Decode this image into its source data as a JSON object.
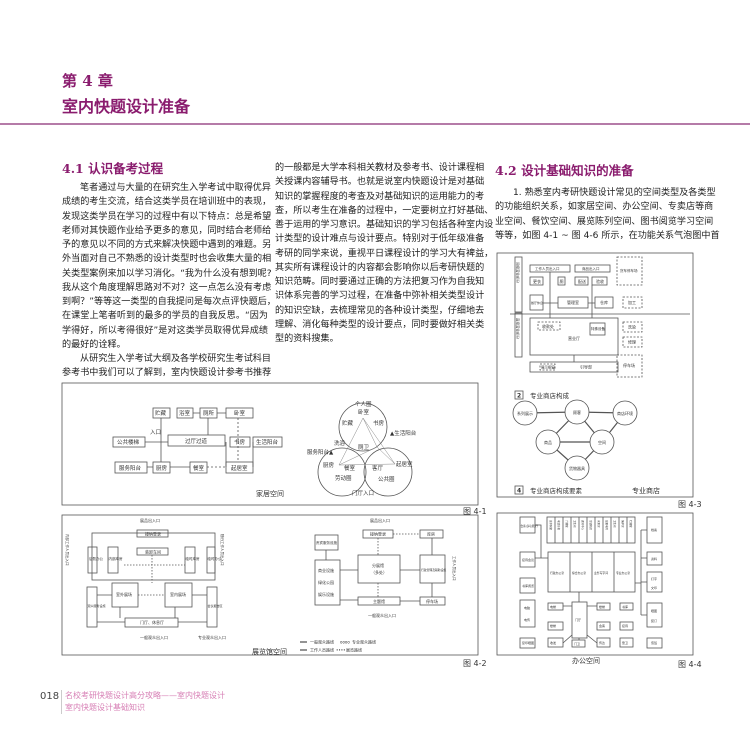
{
  "chapter": {
    "number": "第 4 章",
    "title": "室内快题设计准备"
  },
  "section1": {
    "heading": "4.1 认识备考过程",
    "paragraphs": [
      [
        "笔者通过与大量的在研究生入学考试中取得优异",
        "成绩的考生交流，结合这类学员在培训班中的表现，",
        "发现这类学员在学习的过程中有以下特点：总是希望",
        "老师对其快题作业给予更多的意见，同时结合老师给",
        "予的意见以不同的方式来解决快题中遇到的难题。另",
        "外当面对自己不熟悉的设计类型时也会收集大量的相",
        "关类型案例来加以学习消化。“我为什么没有想到呢?",
        "我从这个角度理解思路对不对？这一点怎么没有考虑",
        "到啊？”等等这一类型的自我提问是每次点评快题后，",
        "在课堂上笔者听到的最多的学员的自我反思。“因为",
        "学得好，所以考得很好”是对这类学员取得优异成绩",
        "的最好的诠释。"
      ],
      [
        "从研究生入学考试大纲及各学校研究生考试科目",
        "参考书中我们可以了解到，室内快题设计参考书推荐"
      ]
    ],
    "continued": [
      [
        "的一般都是大学本科相关教材及参考书、设计课程相",
        "关授课内容辅导书。也就是说室内快题设计是对基础",
        "知识的掌握程度的考查及对基础知识的运用能力的考",
        "查，所以考生在准备的过程中，一定要树立打好基础、",
        "善于运用的学习意识。基础知识的学习包括各种室内设",
        "计类型的设计难点与设计要点。特别对于低年级准备",
        "考研的同学来说，重视平日课程设计的学习大有裨益，",
        "其实所有课程设计的内容都会影响你以后考研快题的",
        "知识范畴。同时要通过正确的方法把复习作为自我知",
        "识体系完善的学习过程，在准备中弥补相关类型设计",
        "的知识空缺，去梳理常见的各种设计类型，仔细地去",
        "理解、消化每种类型的设计要点，同时要做好相关类",
        "型的资料搜集。"
      ]
    ]
  },
  "section2": {
    "heading": "4.2 设计基础知识的准备",
    "paragraphs": [
      [
        "1. 熟悉室内考研快题设计常见的空间类型及各类型",
        "的功能组织关系，如家居空间、办公空间、专卖店等商",
        "业空间、餐饮空间、展览陈列空间、图书阅览学习空间",
        "等等，如图 4-1 ~ 图 4-6 所示，在功能关系气泡图中首"
      ]
    ]
  },
  "fig1": {
    "caption": "图 4-1",
    "title": "家居空间",
    "flow": {
      "storage": "贮藏",
      "bath": "浴室",
      "toilet": "厕所",
      "bedroom": "卧室",
      "stair": "公共楼梯",
      "entry": "入口",
      "hall": "过厅过道",
      "study": "书房",
      "balcony": "生活阳台",
      "service": "服务阳台",
      "kitchen": "厨房",
      "dining": "餐室",
      "living": "起居室"
    },
    "bubble": {
      "private": "个人圈",
      "bedroom": "卧室",
      "storage": "贮藏",
      "study": "书房",
      "balcony": "▲生活阳台",
      "wash": "洗浴",
      "wc": "厕卫",
      "service": "服务阳台▲",
      "kitchen": "厨房",
      "dining": "餐室",
      "parlor": "客厅",
      "living": "起居室",
      "work": "劳动圈",
      "public": "公共圈",
      "foyer": "门厅入口"
    }
  },
  "fig2": {
    "caption": "图 4-2",
    "title": "展览馆空间",
    "left": {
      "exhibit_io": "展品出入口",
      "register": "接纳登录",
      "loading": "装卸车间",
      "logistics": "后勤办公",
      "inner_store": "内部库房",
      "temp_store": "临时库房",
      "temp_office": "临时办公",
      "visitor_service": "观众服务设施",
      "outdoor": "室外展场",
      "indoor": "室内展场",
      "meeting": "会议报告区",
      "lobby": "门厅、休息厅",
      "public_io": "一般观众出入口",
      "pro_io": "专业观众出入口",
      "staff_io": "内部工作人员出入口",
      "escort_io": "随行工作人员出入口"
    },
    "right": {
      "exhibit_io": "展品出入口",
      "register": "接纳登录",
      "store": "库房",
      "vip": "贵宾服务设施",
      "commerce": "商业设施",
      "garden": "绿化公园",
      "fun": "娱乐设施",
      "branch": "分展馆",
      "branch_note": "（多处）",
      "admin": "行政管理及辅助设施",
      "theme": "主题馆",
      "parking": "停车场",
      "public_io": "一般观众出入口",
      "staff_io": "工作人员出入口"
    },
    "legend": {
      "public": "一般观众路线",
      "pro": "专业观众路线",
      "staff": "工作人员路线",
      "exhibit": "展览路线"
    }
  },
  "fig3": {
    "caption": "图 4-3",
    "title": "专业商店",
    "indirect": "间接营业部分",
    "direct": "直接营业部分",
    "boxes": {
      "staff_io": "工作人员出入口",
      "goods_io": "商品出入口",
      "truck": "货车停车场",
      "locker": "更衣",
      "wc": "厕",
      "dispatch": "配送",
      "check": "验收",
      "canteen": "餐厅休息",
      "manage": "管理室",
      "warehouse": "仓库",
      "process": "加工",
      "hall": "营业厅",
      "cashier": "收款处",
      "special": "特殊设备",
      "wash": "洗染",
      "repair": "修理",
      "guide": "引导部",
      "window": "展示橱窗",
      "parking": "停车场"
    },
    "sub2": {
      "num": "2",
      "label": "专业商店构成"
    },
    "sub4": {
      "num": "4",
      "label": "专业商店构成要素"
    },
    "bubbles": {
      "series": "系列展示",
      "customer": "顾客",
      "env": "商店环境",
      "goods": "商品",
      "space": "空间",
      "fixture": "货物器具"
    }
  },
  "fig4": {
    "caption": "图 4-4",
    "title": "办公空间",
    "reception": "会客(多功能)厅",
    "meeting": "接待会议",
    "library": "书库阅览",
    "computer": "电脑",
    "fax": "电传",
    "copy": "复印晒图",
    "strip": [
      "技术科室",
      "电话总机",
      "广播室",
      "卫生间",
      "通讯中心",
      "空调机房",
      "水泵房",
      "变配电所",
      "卫生间",
      "锅炉房",
      "贮藏室"
    ],
    "offices": [
      "行政办公室",
      "综合办公室",
      "业务写字间",
      "专业办公室"
    ],
    "foyer": "门厅",
    "small": [
      "电梯",
      "楼梯",
      "收发",
      "门卫",
      "传达",
      "楼梯",
      "会客",
      "书库",
      "接待",
      "警卫"
    ],
    "right": [
      "档案",
      "资料",
      "打字",
      "文印",
      "晒图",
      "装订",
      "值班"
    ]
  },
  "footer": {
    "page": "018",
    "book": "名校考研快题设计高分攻略——室内快题设计",
    "chapter": "室内快题设计基础知识"
  }
}
